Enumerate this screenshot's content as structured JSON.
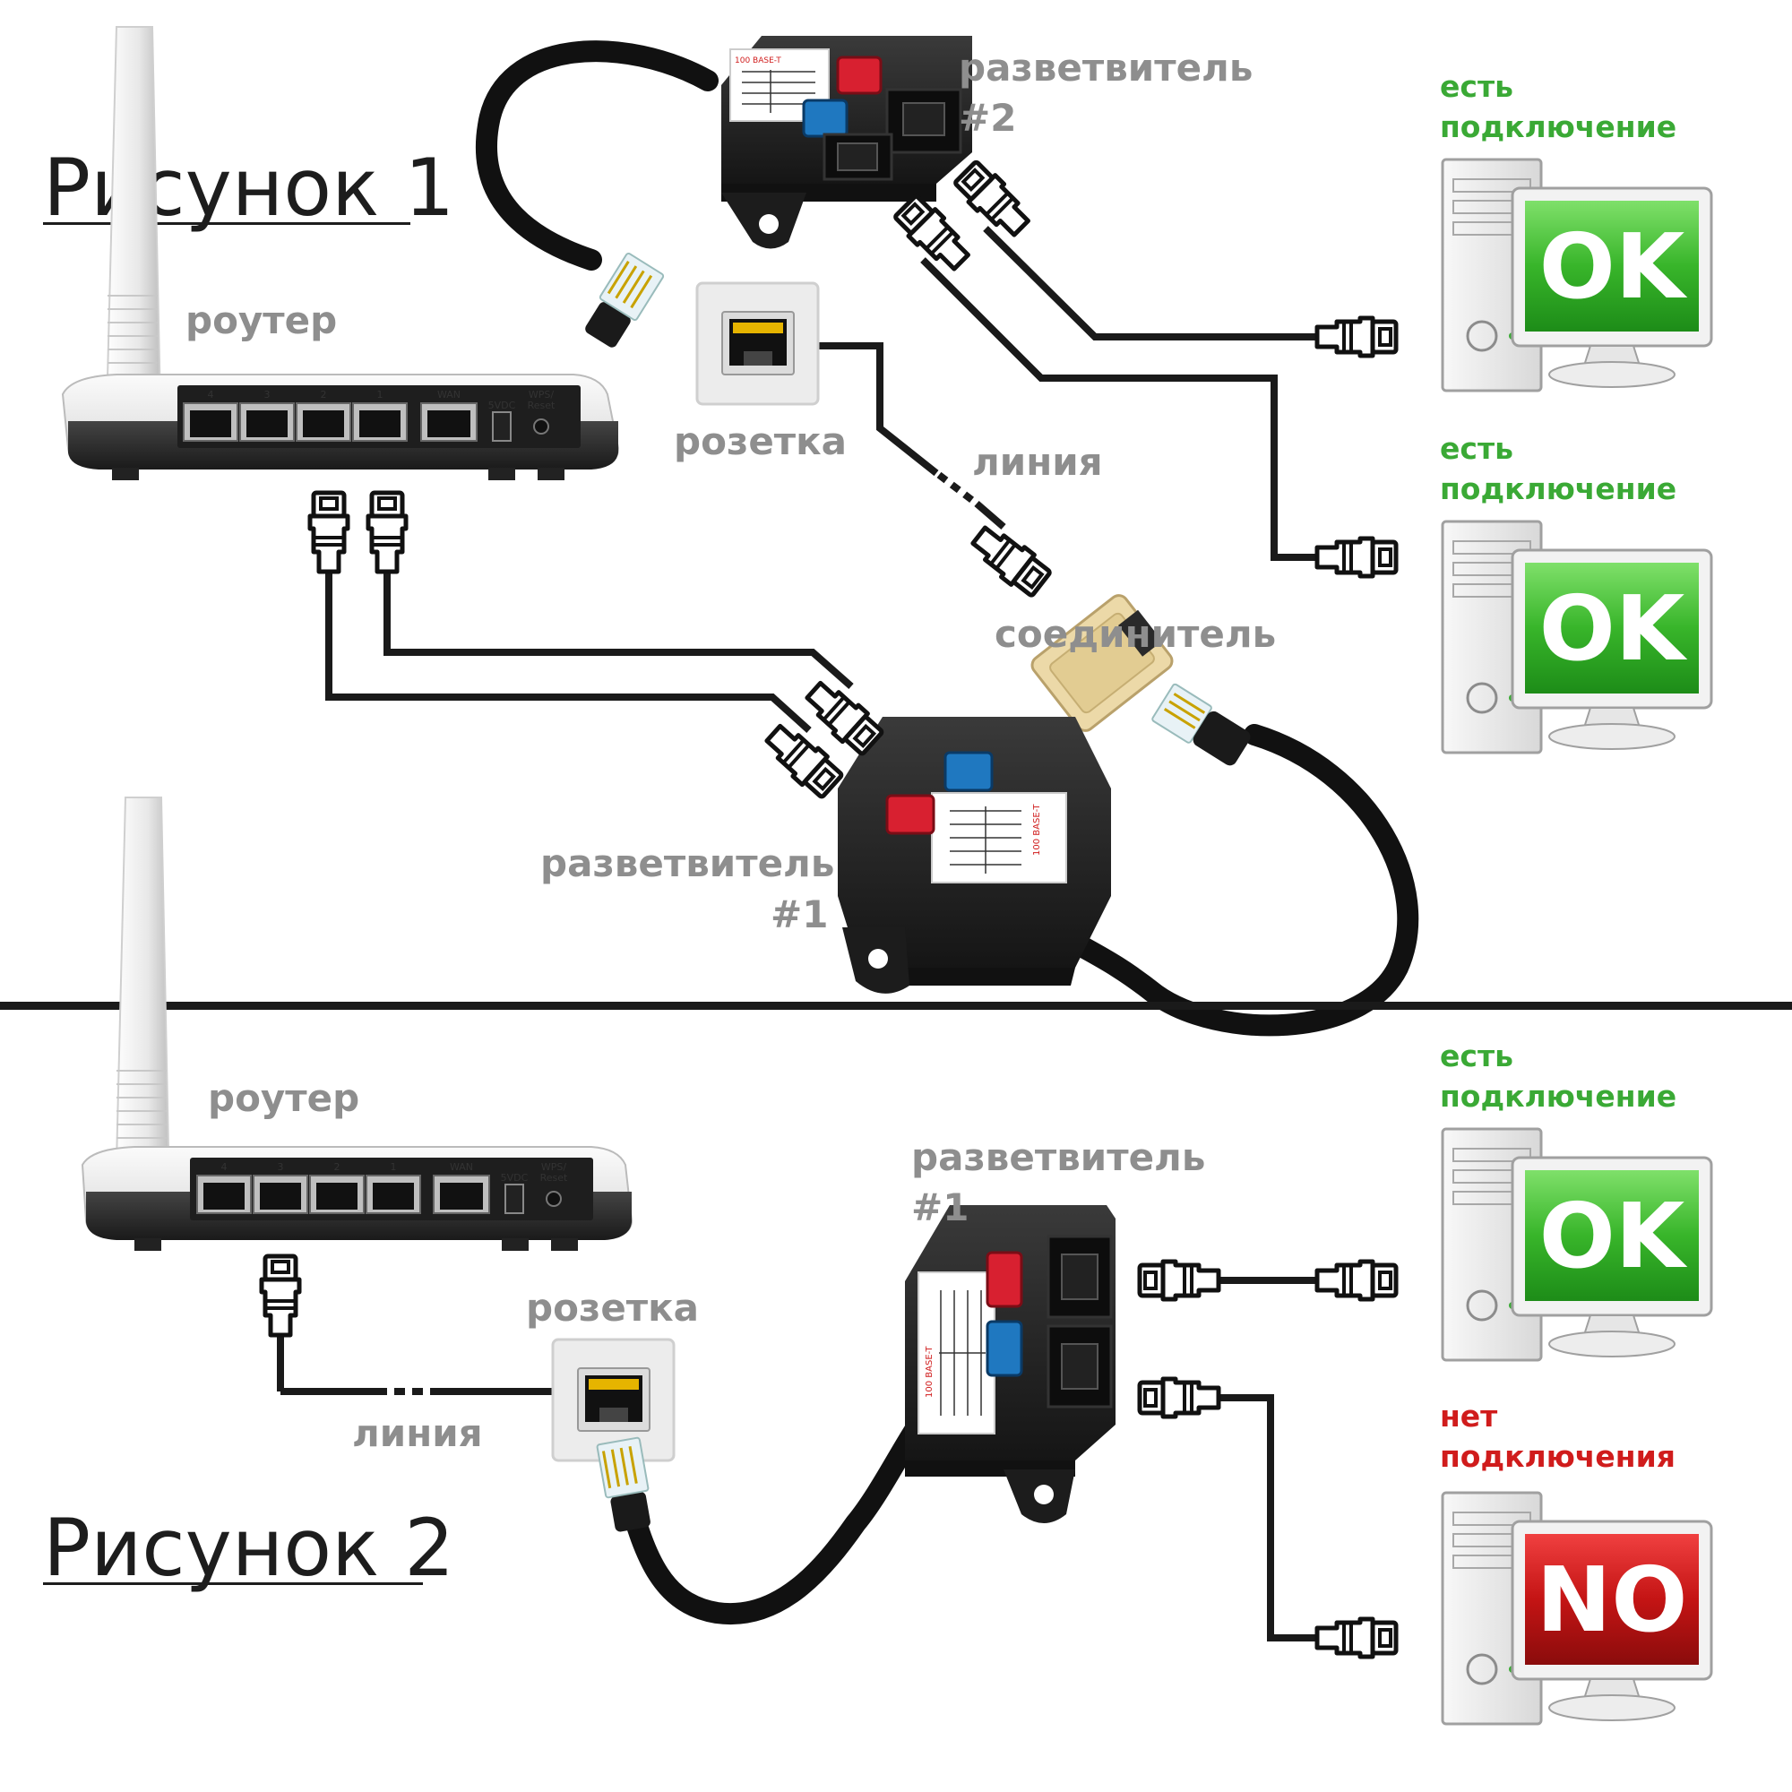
{
  "figures": {
    "fig1": "Рисунок 1",
    "fig2": "Рисунок 2"
  },
  "labels": {
    "router": "роутер",
    "socket": "розетка",
    "line": "линия",
    "connector": "соединитель",
    "splitter_word": "разветвитель",
    "splitter_2_num": "#2",
    "splitter_1_num": "#1"
  },
  "status": {
    "yes_1": "есть",
    "yes_2": "подключение",
    "no_1": "нет",
    "no_2": "подключения"
  },
  "screens": {
    "ok": "OK",
    "no": "NO"
  },
  "router_ports": {
    "lan": [
      "4",
      "3",
      "2",
      "1"
    ],
    "wan": "WAN",
    "power": "5VDC",
    "wps_1": "WPS/",
    "wps_2": "Reset"
  },
  "splitter_sticker": "100 BASE-T",
  "colors": {
    "ok_green": "#3aa935",
    "no_red": "#d01c1c",
    "label_gray": "#8e8e8e",
    "button_red": "#d82030",
    "button_blue": "#1f78c0",
    "coupler_beige": "#ecd9a8"
  }
}
